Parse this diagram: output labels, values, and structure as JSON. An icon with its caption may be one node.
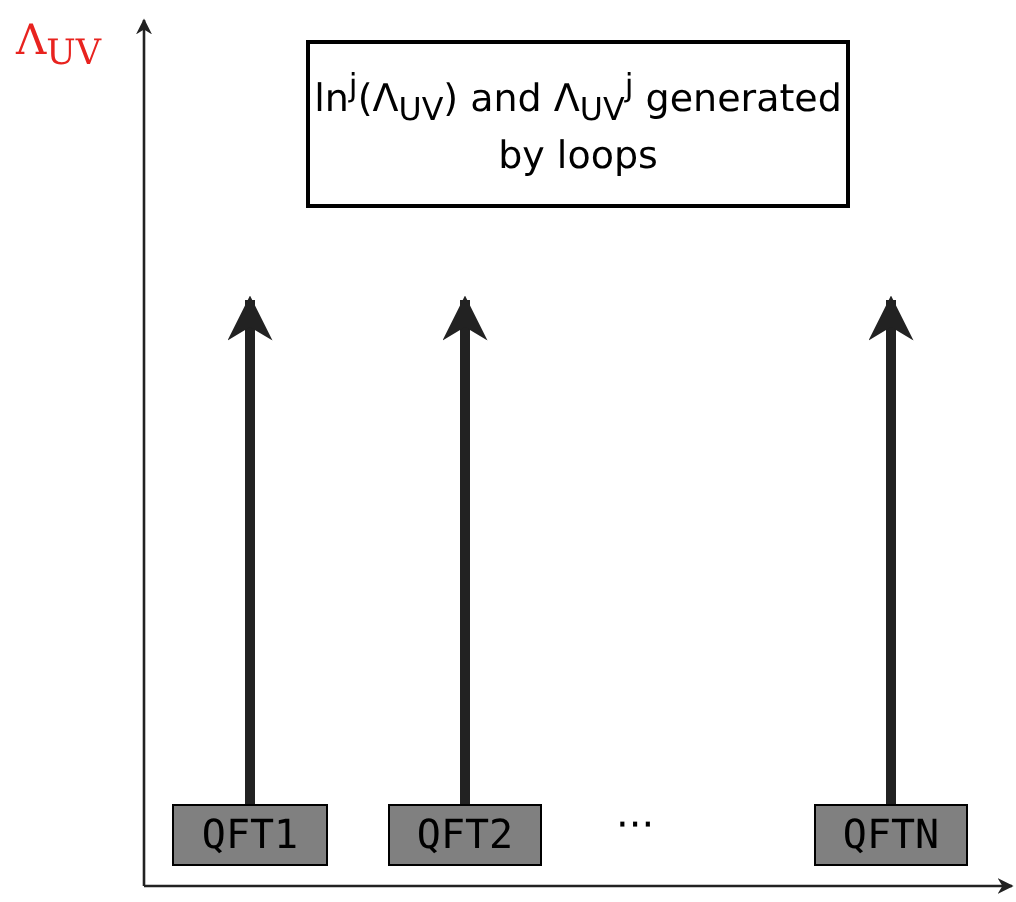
{
  "diagram": {
    "nodes": [
      {
        "text": [
          "ln$^{j}$(Λ$_{UV}$) and Λ$_{UV}$$^{j}$ generated by loops"
        ]
      },
      {
        "text": [
          "QFT1"
        ]
      },
      {
        "text": [
          "QFT2"
        ]
      },
      {
        "text": [
          "QFTN"
        ]
      }
    ],
    "edges": [
      {
        "from": 1,
        "to": null,
        "arrow": "to"
      },
      {
        "from": 2,
        "to": null,
        "arrow": "to"
      },
      {
        "from": 3,
        "to": null,
        "arrow": "to"
      }
    ],
    "labels": [
      "Λ$_{UV}$",
      "···"
    ]
  }
}
